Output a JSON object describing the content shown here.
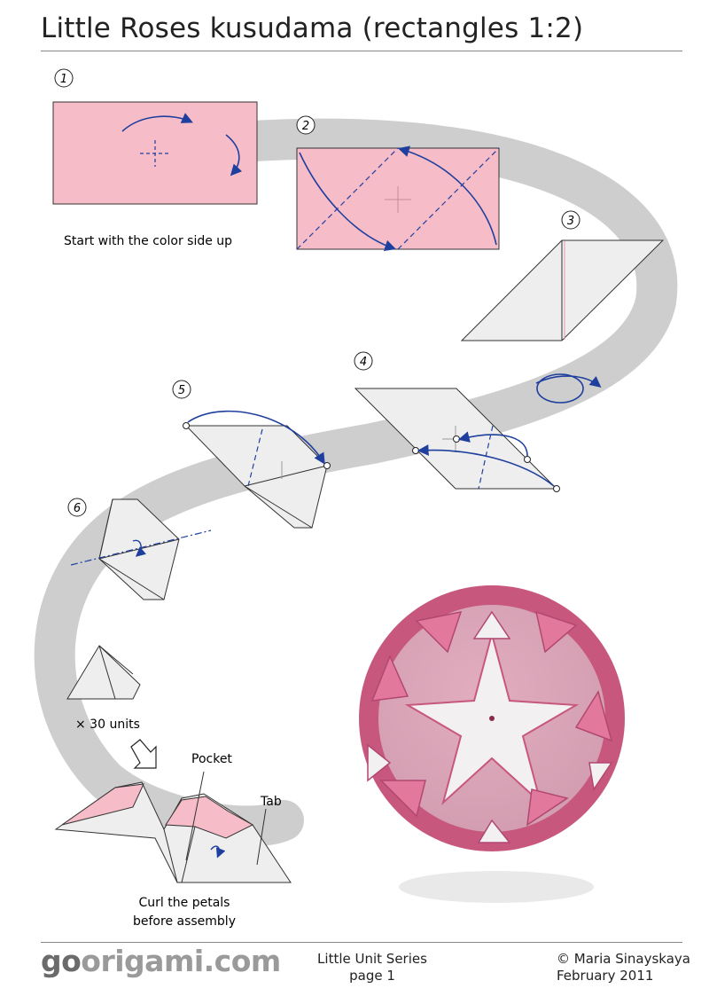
{
  "page": {
    "title": "Little Roses kusudama (rectangles 1:2)"
  },
  "steps": [
    "1",
    "2",
    "3",
    "4",
    "5",
    "6"
  ],
  "labels": {
    "start": "Start with the color side up",
    "units": "× 30 units",
    "pocket": "Pocket",
    "tab": "Tab",
    "curl_1": "Curl the petals",
    "curl_2": "before assembly"
  },
  "footer": {
    "logo_go": "go",
    "logo_rest": "origami.com",
    "series": "Little Unit Series",
    "page": "page 1",
    "copyright": "© Maria Sinayskaya",
    "date": "February 2011"
  },
  "colors": {
    "paper_color": "#f6bcc8",
    "paper_white": "#eeeeee",
    "arrow": "#1f3f9e",
    "path": "#c9c9c9",
    "rose_dark": "#c8577e",
    "rose_light": "#f2f0f1"
  }
}
